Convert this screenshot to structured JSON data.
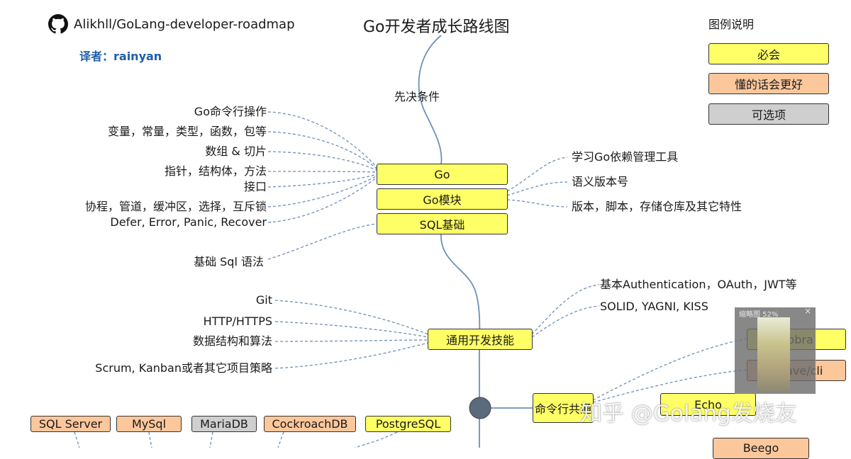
{
  "header": {
    "repo": "Alikhll/GoLang-developer-roadmap",
    "translator": "译者：rainyan",
    "title": "Go开发者成长路线图"
  },
  "legend": {
    "title": "图例说明",
    "items": [
      {
        "label": "必会",
        "color": "#ffff66"
      },
      {
        "label": "懂的话会更好",
        "color": "#fcc79b"
      },
      {
        "label": "可选项",
        "color": "#cfcfcf"
      }
    ]
  },
  "roadmap": {
    "prerequisites": "先决条件",
    "nodes": {
      "go": "Go",
      "go_modules": "Go模块",
      "sql_basics": "SQL基础",
      "general_skills": "通用开发技能",
      "cli": "命令行共通",
      "echo": "Echo",
      "cobra": "Cobra",
      "urfave_cli": "urfave/cli",
      "beego": "Beego"
    },
    "go_topics": [
      "Go命令行操作",
      "变量，常量，类型，函数，包等",
      "数组 & 切片",
      "指针，结构体，方法",
      "接口",
      "协程，管道，缓冲区，选择，互斥锁",
      "Defer, Error, Panic, Recover"
    ],
    "module_topics": [
      "学习Go依赖管理工具",
      "语义版本号",
      "版本，脚本，存储仓库及其它特性"
    ],
    "sql_topics": [
      "基础 Sql 语法"
    ],
    "general_left": [
      "Git",
      "HTTP/HTTPS",
      "数据结构和算法",
      "Scrum, Kanban或者其它项目策略"
    ],
    "general_right": [
      "基本Authentication，OAuth，JWT等",
      "SOLID, YAGNI, KISS"
    ],
    "databases": [
      {
        "label": "SQL Server",
        "color": "#fcc79b"
      },
      {
        "label": "MySql",
        "color": "#fcc79b"
      },
      {
        "label": "MariaDB",
        "color": "#cfcfcf"
      },
      {
        "label": "CockroachDB",
        "color": "#fcc79b"
      },
      {
        "label": "PostgreSQL",
        "color": "#ffff66"
      }
    ]
  },
  "minimap": {
    "title": "缩略图 52%",
    "close": "×"
  },
  "watermark": "知乎 @Golang发烧友"
}
